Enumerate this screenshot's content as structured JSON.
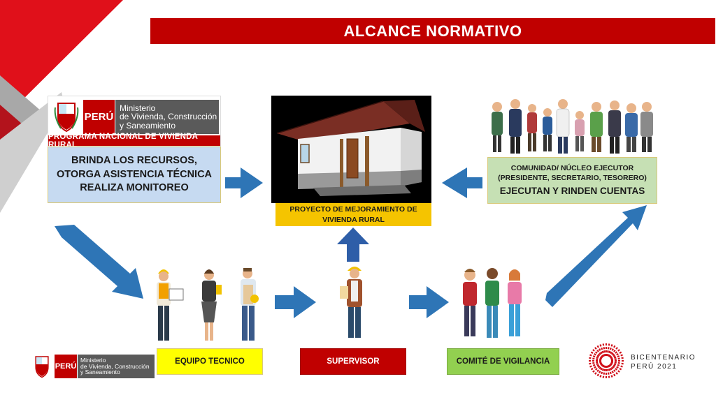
{
  "title": "ALCANCE  NORMATIVO",
  "logo_top": {
    "country": "PERÚ",
    "ministry_lines": [
      "Ministerio",
      "de Vivienda, Construcción",
      "y Saneamiento"
    ],
    "program": "PROGRAMA NACIONAL DE VIVIENDA RURAL"
  },
  "ministry_box": {
    "lines": [
      "BRINDA LOS RECURSOS,",
      "OTORGA ASISTENCIA TÉCNICA",
      "REALIZA MONITOREO"
    ]
  },
  "project_box": {
    "lines": [
      "PROYECTO DE MEJORAMIENTO DE",
      "VIVIENDA RURAL"
    ]
  },
  "community_box": {
    "line1": "COMUNIDAD/ NÚCLEO EJECUTOR",
    "line2": "(PRESIDENTE, SECRETARIO, TESORERO)",
    "line3": "EJECUTAN  Y RINDEN CUENTAS"
  },
  "roles": {
    "equipo": "EQUIPO TECNICO",
    "supervisor": "SUPERVISOR",
    "comite": "COMITÉ DE VIGILANCIA"
  },
  "logo_bottom": {
    "country": "PERÚ",
    "ministry_lines": [
      "Ministerio",
      "de Vivienda, Construcción",
      "y Saneamiento"
    ]
  },
  "bicentenario": {
    "line1": "BICENTENARIO",
    "line2": "PERÚ 2021"
  },
  "colors": {
    "red": "#c00000",
    "arrow_blue": "#2e75b6",
    "blue_box": "#c6daf1",
    "green_box": "#c6e0b4",
    "yellow": "#ffff00",
    "gold": "#f5c400",
    "lime": "#92d050"
  }
}
